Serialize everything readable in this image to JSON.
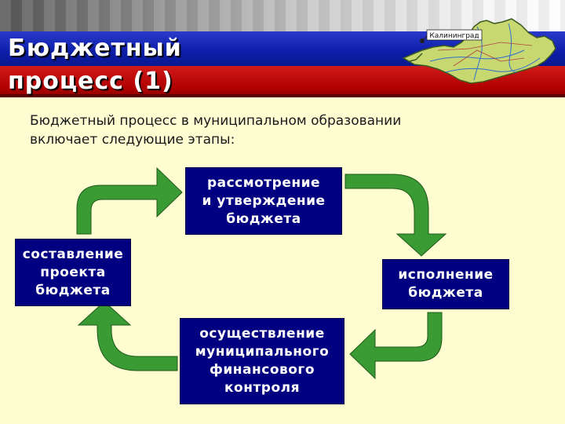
{
  "slide": {
    "title_line1": "Бюджетный",
    "title_line2": "процесс (1)",
    "intro_line1": "Бюджетный процесс в муниципальном образовании",
    "intro_line2": "включает следующие этапы:"
  },
  "map": {
    "city_label": "Калининград",
    "icon": "region-map-icon"
  },
  "stages": {
    "review": [
      "рассмотрение",
      "и утверждение",
      "бюджета"
    ],
    "execution": [
      "исполнение",
      "бюджета"
    ],
    "control": [
      "осуществление",
      "муниципального",
      "финансового",
      "контроля"
    ],
    "drafting": [
      "составление",
      "проекта",
      "бюджета"
    ]
  },
  "colors": {
    "stage_box": "#000080",
    "arrow": "#3a9a34",
    "background": "#fefdd2",
    "band_blue": "#0c1ea8",
    "band_red": "#b00000"
  }
}
